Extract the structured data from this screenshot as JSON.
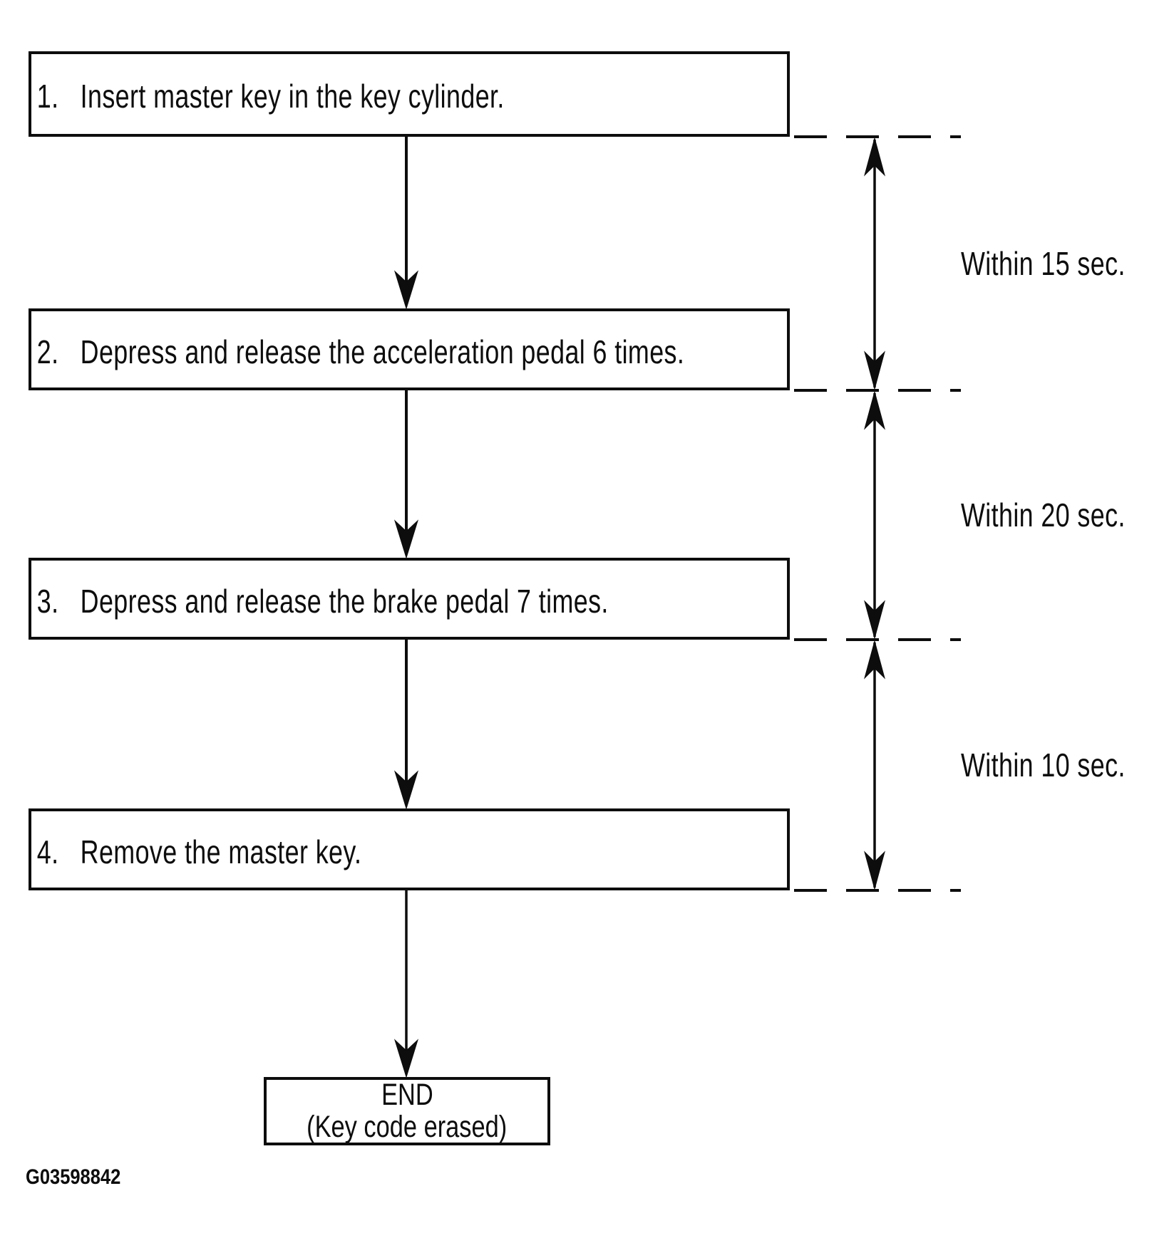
{
  "colors": {
    "ink": "#0d0d0d",
    "paper": "#ffffff"
  },
  "flowchart": {
    "steps": [
      {
        "num": "1.",
        "text": "Insert master key in the key cylinder."
      },
      {
        "num": "2.",
        "text": "Depress and release the acceleration pedal 6 times."
      },
      {
        "num": "3.",
        "text": "Depress and release the brake pedal 7 times."
      },
      {
        "num": "4.",
        "text": "Remove the master key."
      }
    ],
    "timings": [
      {
        "label": "Within 15 sec."
      },
      {
        "label": "Within 20 sec."
      },
      {
        "label": "Within 10 sec."
      }
    ],
    "end": {
      "title": "END",
      "subtitle": "(Key code erased)"
    },
    "figure_code": "G03598842"
  }
}
